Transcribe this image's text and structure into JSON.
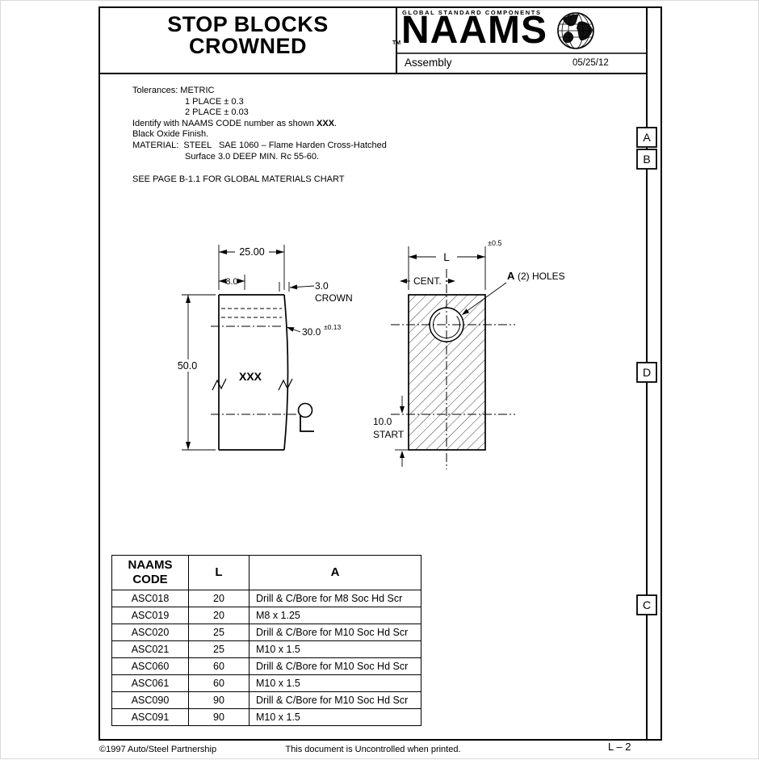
{
  "header": {
    "title_line1": "STOP BLOCKS",
    "title_line2": "CROWNED",
    "brand_small": "GLOBAL STANDARD COMPONENTS",
    "brand_tm": "TM",
    "brand": "NAAMS",
    "subtitle": "Assembly",
    "date": "05/25/12"
  },
  "zones": [
    "A",
    "B",
    "D",
    "C"
  ],
  "notes": {
    "tolerances": "Tolerances: METRIC",
    "place_1": "1 PLACE ± 0.3",
    "place_2": "2 PLACE ± 0.03",
    "identify_pre": "Identify with NAAMS CODE number as shown ",
    "identify_code": "XXX",
    "identify_post": ".",
    "finish": "Black Oxide Finish.",
    "material": "MATERIAL:  STEEL   SAE 1060 – Flame Harden Cross-Hatched",
    "surface": "Surface 3.0 DEEP MIN. Rc 55-60.",
    "see_page": "SEE PAGE B-1.1 FOR GLOBAL MATERIALS CHART"
  },
  "drawing": {
    "dim_width": "25.00",
    "dim_offset": "8.0",
    "crown_value": "3.0",
    "crown_label": "CROWN",
    "dim_bore": "30.0",
    "dim_bore_tol": "±0.13",
    "dim_height": "50.0",
    "part_mark": "XXX",
    "dim_length": "L",
    "dim_length_tol": "±0.5",
    "cent_label": "CENT.",
    "holes_ref": "A",
    "holes_label": "(2) HOLES",
    "start_value": "10.0",
    "start_label": "START"
  },
  "table": {
    "col_code_line1": "NAAMS",
    "col_code_line2": "CODE",
    "col_l": "L",
    "col_a": "A",
    "rows": [
      [
        "ASC018",
        "20",
        "Drill & C/Bore for M8 Soc Hd Scr"
      ],
      [
        "ASC019",
        "20",
        "M8 x 1.25"
      ],
      [
        "ASC020",
        "25",
        "Drill & C/Bore for M10 Soc Hd Scr"
      ],
      [
        "ASC021",
        "25",
        "M10 x 1.5"
      ],
      [
        "ASC060",
        "60",
        "Drill & C/Bore for M10 Soc Hd Scr"
      ],
      [
        "ASC061",
        "60",
        "M10 x 1.5"
      ],
      [
        "ASC090",
        "90",
        "Drill & C/Bore for M10 Soc Hd Scr"
      ],
      [
        "ASC091",
        "90",
        "M10 x 1.5"
      ]
    ]
  },
  "footer": {
    "copyright": "©1997 Auto/Steel Partnership",
    "notice": "This document is Uncontrolled when printed.",
    "page_ref": "L – 2"
  },
  "icons": {
    "globe": "globe-icon",
    "centerline": "centerline-symbol-icon"
  }
}
